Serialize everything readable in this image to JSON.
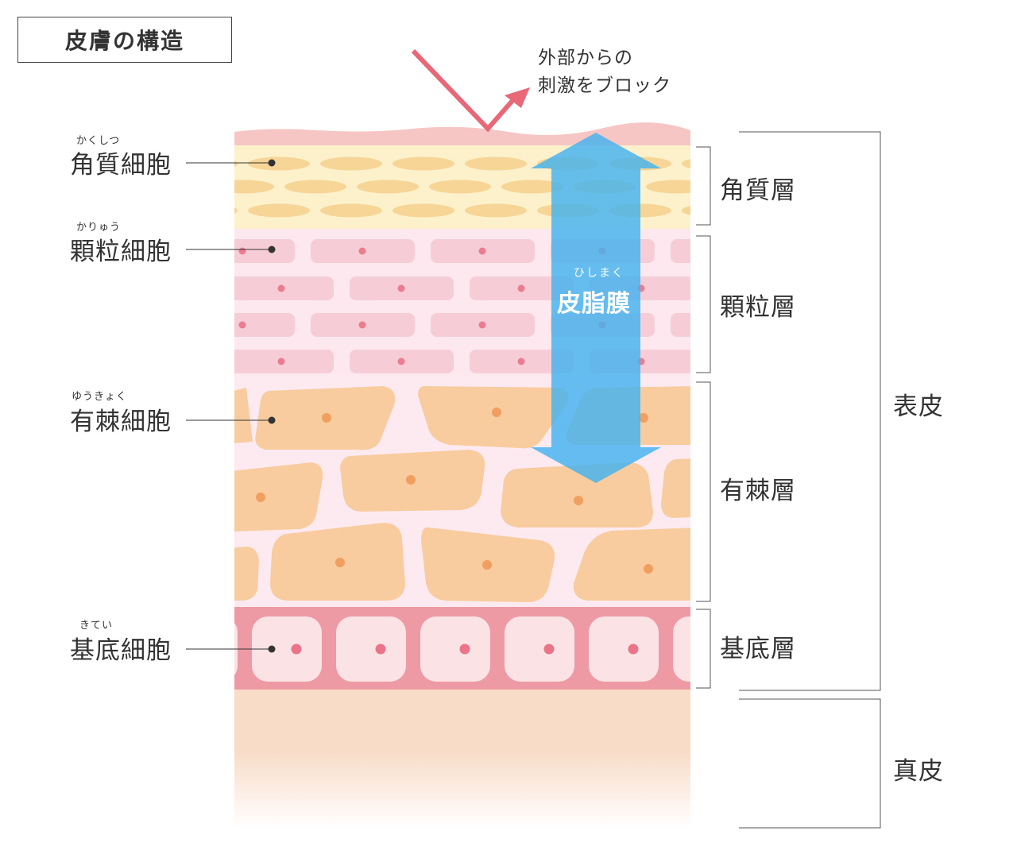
{
  "title": "皮膚の構造",
  "arrow_note": [
    "外部からの",
    "刺激をブロック"
  ],
  "sebum": {
    "ruby": "ひしまく",
    "label": "皮脂膜"
  },
  "cells": [
    {
      "ruby": "かくしつ",
      "label": "角質細胞"
    },
    {
      "ruby": "かりゅう",
      "label": "顆粒細胞"
    },
    {
      "ruby": "ゆうきょく",
      "label": "有棘細胞"
    },
    {
      "ruby": "きてい",
      "label": "基底細胞"
    }
  ],
  "layers": [
    "角質層",
    "顆粒層",
    "有棘層",
    "基底層"
  ],
  "groups": [
    "表皮",
    "真皮"
  ],
  "colors": {
    "skin_top": "#f6c6c4",
    "stratum_corneum": "#fdf1cc",
    "corneum_cell": "#f6d596",
    "granular_bg": "#fce8ee",
    "granular_cell": "#f6cdd7",
    "granular_dot": "#ec7c8f",
    "spinous_bg": "#fdeaf1",
    "spinous_cell": "#f8cc9e",
    "spinous_dot": "#f09f61",
    "basal_bg": "#ee9aa4",
    "basal_cell": "#fbe3e5",
    "basal_dot": "#ea7488",
    "dermis": "#f9dcc8",
    "stimulus_arrow": "#e86877",
    "sebum_arrow": "#43b2ef"
  }
}
